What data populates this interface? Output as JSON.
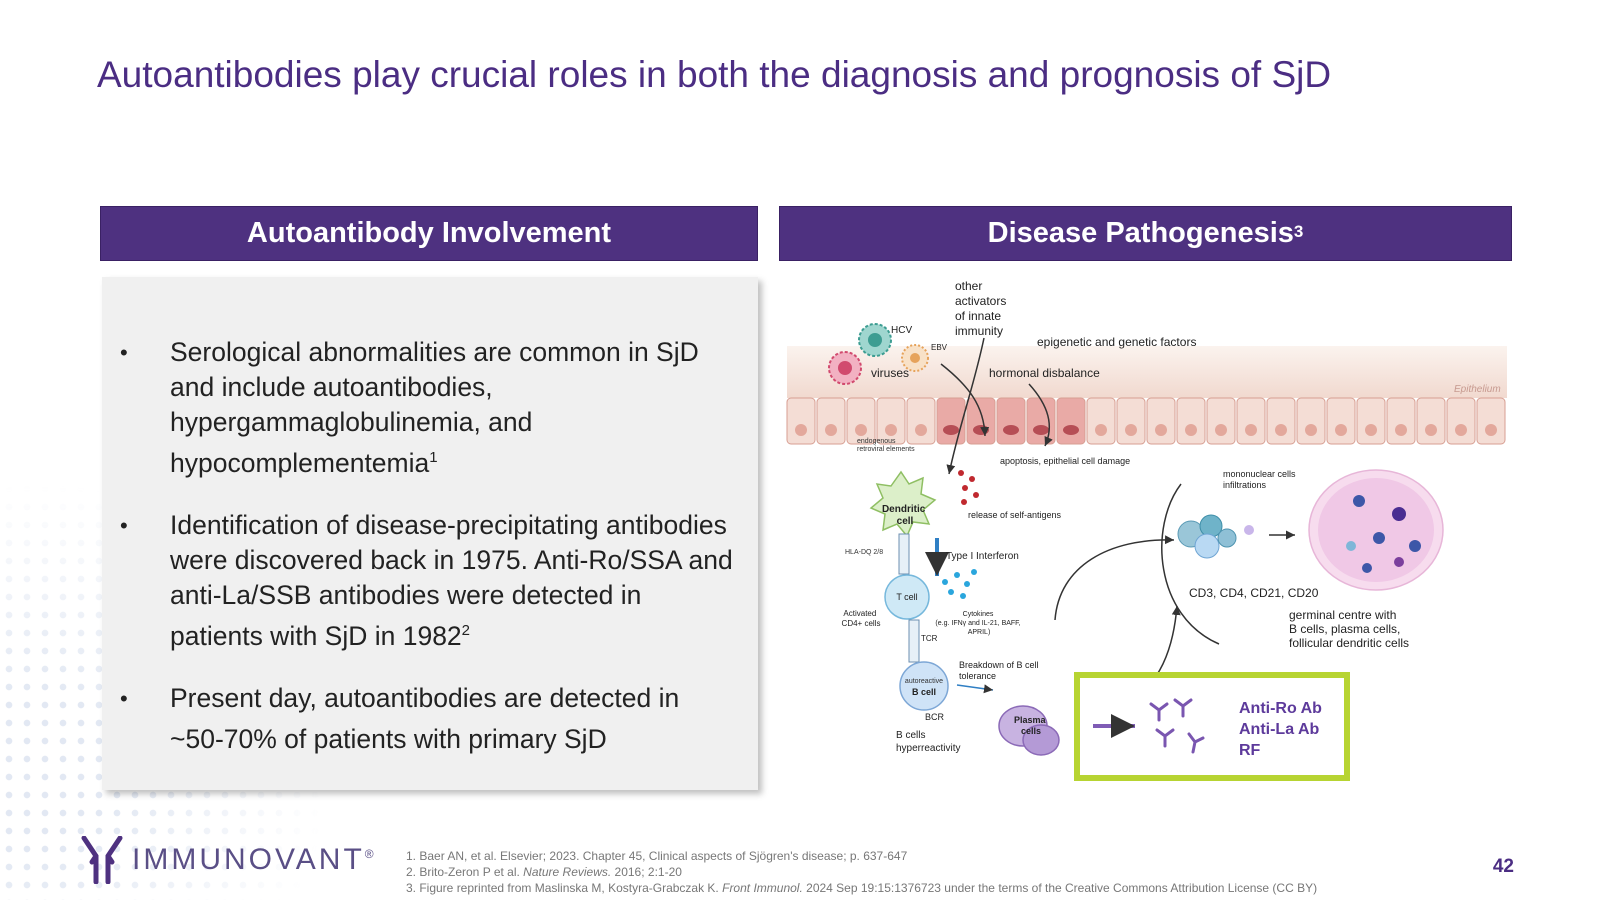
{
  "slide": {
    "title": "Autoantibodies play crucial roles in both the diagnosis and prognosis of SjD",
    "page_number": "42"
  },
  "left_panel": {
    "header": "Autoantibody Involvement",
    "bullet_char": "•",
    "bullets": [
      {
        "text": "Serological abnormalities are common in SjD and include autoantibodies, hypergammaglobulinemia, and hypocomplementemia",
        "sup": "1"
      },
      {
        "text": "Identification of disease-precipitating antibodies were discovered back in 1975. Anti-Ro/SSA and anti-La/SSB antibodies were detected in patients with SjD in 1982",
        "sup": "2"
      },
      {
        "text": "Present day, autoantibodies are detected in ~50-70% of patients with primary SjD",
        "sup": ""
      }
    ]
  },
  "right_panel": {
    "header": "Disease Pathogenesis",
    "header_sup": "3",
    "diagram": {
      "other_activators": [
        "other",
        "activators",
        "of innate",
        "immunity"
      ],
      "hcv": "HCV",
      "ebv": "EBV",
      "viruses": "viruses",
      "epigenetic": "epigenetic and genetic factors",
      "hormonal": "hormonal disbalance",
      "epithelium": "Epithelium",
      "endogenous": [
        "endogenous",
        "retroviral elements"
      ],
      "apoptosis": "apoptosis, epithelial cell damage",
      "release": "release of self-antigens",
      "dendritic": [
        "Dendritic",
        "cell"
      ],
      "hla": "HLA-DQ 2/8",
      "type1": "Type I Interferon",
      "tcell": "T cell",
      "activated": [
        "Activated",
        "CD4+ cells"
      ],
      "cytokines": [
        "Cytokines",
        "(e.g. IFNγ and IL-21, BAFF,",
        "APRIL)"
      ],
      "tcr": "TCR",
      "breakdown": [
        "Breakdown of  B cell",
        "tolerance"
      ],
      "autoreactive": "autoreactive",
      "bcell": "B cell",
      "bcr": "BCR",
      "bcells_hyper": [
        "B cells",
        "hyperreactivity"
      ],
      "plasma": [
        "Plasma",
        "cells"
      ],
      "mononuclear": [
        "mononuclear cells",
        "infiltrations"
      ],
      "cd_markers": "CD3, CD4, CD21, CD20",
      "germinal": [
        "germinal centre with",
        "B cells, plasma cells,",
        "follicular dendritic cells"
      ],
      "antibodies": [
        "Anti-Ro Ab",
        "Anti-La Ab",
        "RF"
      ]
    }
  },
  "footer": {
    "brand": "IMMUNOVANT",
    "brand_mark": "®",
    "logo_icon": "antibody-logo-icon",
    "ref1": "1. Baer AN, et al. Elsevier; 2023. Chapter 45, Clinical aspects of Sjögren's disease; p. 637-647",
    "ref2_a": "2. Brito-Zeron P et al. ",
    "ref2_journal": "Nature Reviews.",
    "ref2_b": " 2016; 2:1-20",
    "ref3_a": "3. Figure reprinted from Maslinska M, Kostyra-Grabczak K. ",
    "ref3_journal": "Front Immunol.",
    "ref3_b": " 2024 Sep 19:15:1376723 under the terms of the Creative Commons Attribution License (CC BY)"
  },
  "colors": {
    "brand_purple": "#4e3180",
    "title_purple": "#4b2d83",
    "highlight_green": "#b7d432"
  }
}
